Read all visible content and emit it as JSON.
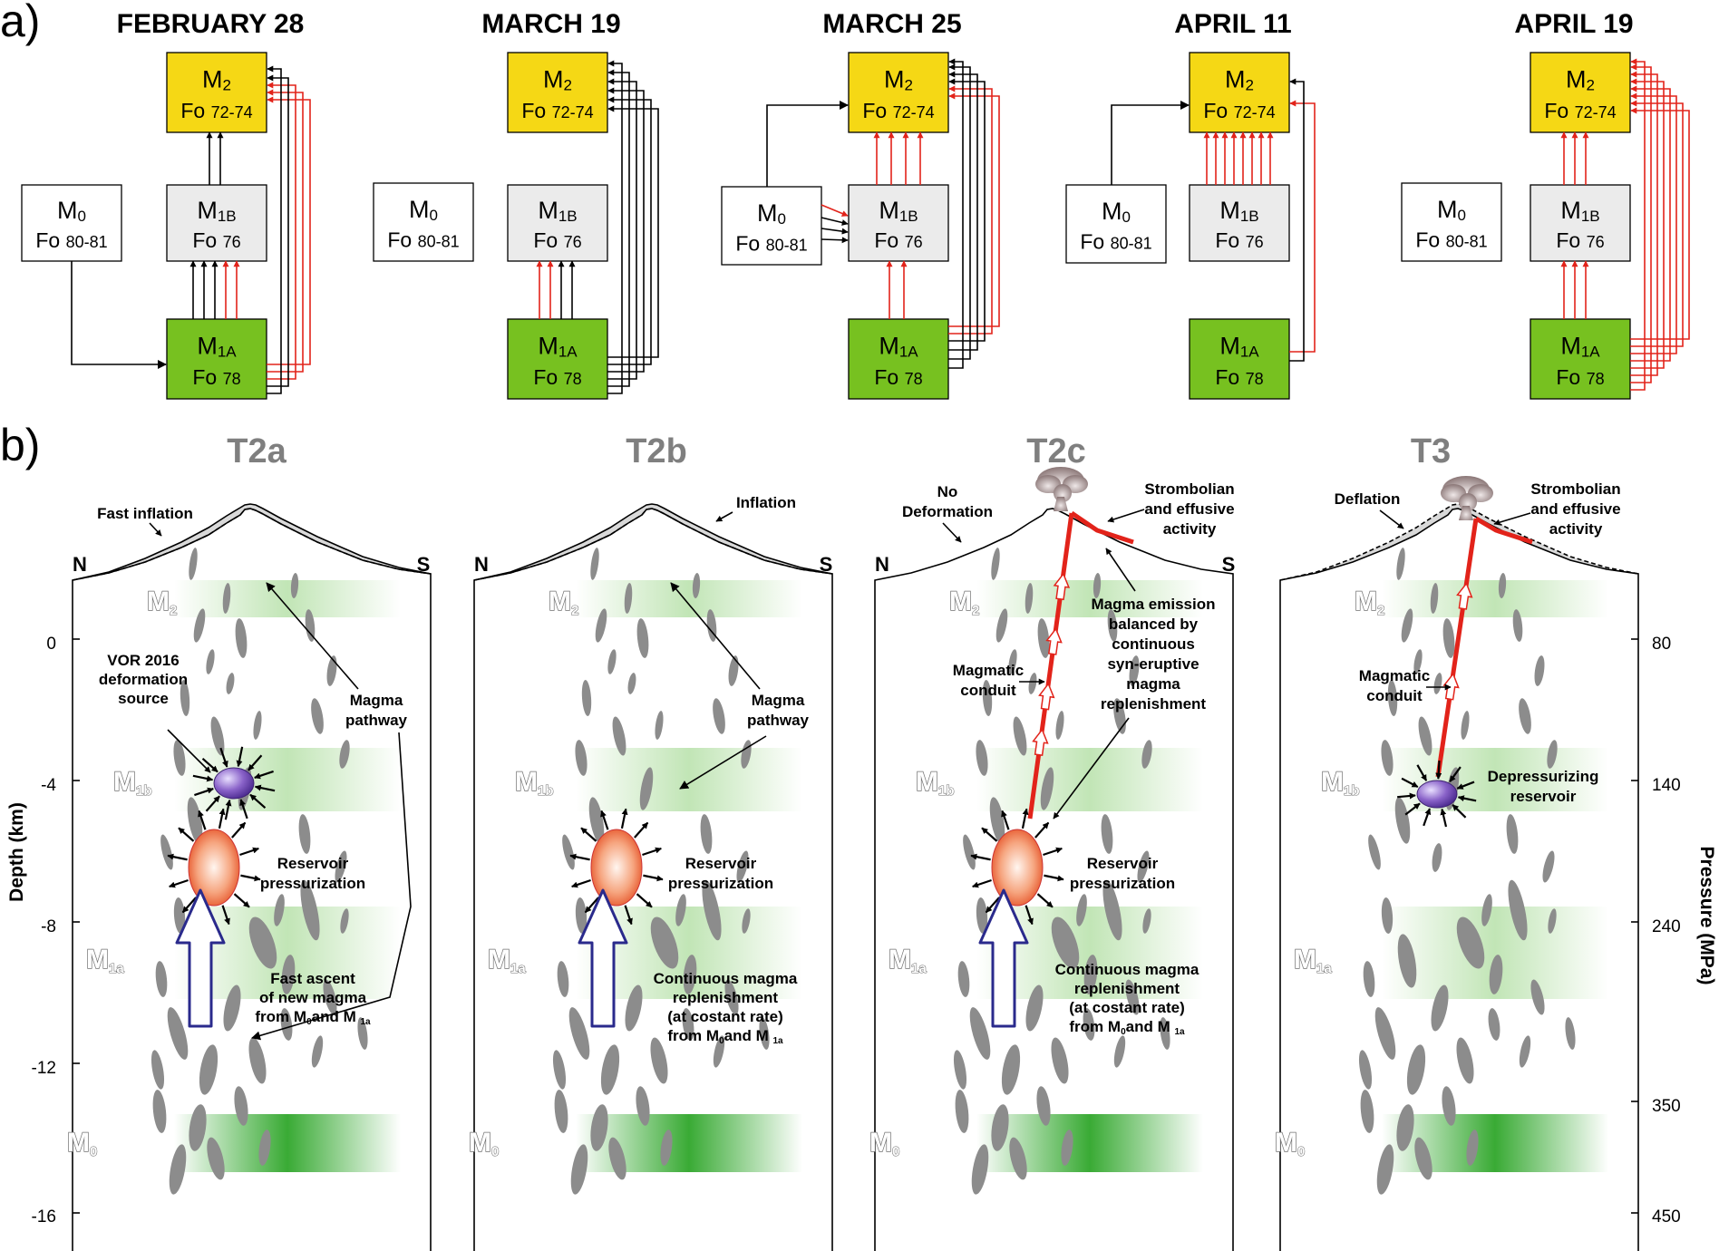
{
  "panel_a": {
    "label": "a)",
    "columns": [
      {
        "date": "FEBRUARY 28",
        "m0": "0",
        "fo80": "80-81",
        "m1b": "1B",
        "fo76": "76",
        "m1a": "1A",
        "fo78": "78",
        "m2": "2",
        "fo72": "72-74"
      },
      {
        "date": "MARCH 19",
        "m0": "0",
        "fo80": "80-81",
        "m1b": "1B",
        "fo76": "76",
        "m1a": "1A",
        "fo78": "78",
        "m2": "2",
        "fo72": "72-74"
      },
      {
        "date": "MARCH 25",
        "m0": "0",
        "fo80": "80-81",
        "m1b": "1B",
        "fo76": "76",
        "m1a": "1A",
        "fo78": "78",
        "m2": "2",
        "fo72": "72-74"
      },
      {
        "date": "APRIL 11",
        "m0": "0",
        "fo80": "80-81",
        "m1b": "1B",
        "fo76": "76",
        "m1a": "1A",
        "fo78": "78",
        "m2": "2",
        "fo72": "72-74"
      },
      {
        "date": "APRIL 19",
        "m0": "0",
        "fo80": "80-81",
        "m1b": "1B",
        "fo76": "76",
        "m1a": "1A",
        "fo78": "78",
        "m2": "2",
        "fo72": "72-74"
      }
    ],
    "box_prefix": "M",
    "fo_prefix": "Fo ",
    "colors": {
      "m2": "#f5d815",
      "m1b": "#ebebeb",
      "m1a": "#77c120",
      "m0": "#ffffff",
      "red_arrow": "#e2231a",
      "black_arrow": "#000000"
    }
  },
  "panel_b": {
    "label": "b)",
    "north": "N",
    "south": "S",
    "depth_axis": {
      "title": "Depth (km)",
      "ticks": [
        "0",
        "-4",
        "-8",
        "-12",
        "-16"
      ]
    },
    "pressure_axis": {
      "title": "Pressure (MPa)",
      "ticks": [
        "80",
        "140",
        "240",
        "350",
        "450"
      ]
    },
    "layers": {
      "m2": "M",
      "m2_sub": "2",
      "m1b": "M",
      "m1b_sub": "1b",
      "m1a": "M",
      "m1a_sub": "1a",
      "m0": "M",
      "m0_sub": "0"
    },
    "stages": [
      {
        "title": "T2a",
        "deform": "Fast inflation",
        "a1": "VOR 2016",
        "a2": "deformation",
        "a3": "source",
        "b1": "Magma",
        "b2": "pathway",
        "c1": "Reservoir",
        "c2": "pressurization",
        "d1": "Fast ascent",
        "d2": "of new magma",
        "d3": "from M",
        "d3_sub0": "0",
        "d3_mid": "and M ",
        "d3_sub1": "1a"
      },
      {
        "title": "T2b",
        "deform": "Inflation",
        "b1": "Magma",
        "b2": "pathway",
        "c1": "Reservoir",
        "c2": "pressurization",
        "d1": "Continuous magma",
        "d2": "replenishment",
        "d3": "(at costant rate)",
        "d4": "from M",
        "d4_sub0": "0",
        "d4_mid": "and M ",
        "d4_sub1": "1a"
      },
      {
        "title": "T2c",
        "deform1": "No",
        "deform2": "Deformation",
        "act1": "Strombolian",
        "act2": "and effusive",
        "act3": "activity",
        "e1": "Magma emission",
        "e2": "balanced by",
        "e3": "continuous",
        "e4": "syn-eruptive",
        "e5": "magma",
        "e6": "replenishment",
        "f1": "Magmatic",
        "f2": "conduit",
        "c1": "Reservoir",
        "c2": "pressurization",
        "d1": "Continuous magma",
        "d2": "replenishment",
        "d3": "(at costant rate)",
        "d4": "from M",
        "d4_sub0": "0",
        "d4_mid": "and M ",
        "d4_sub1": "1a"
      },
      {
        "title": "T3",
        "deform": "Deflation",
        "act1": "Strombolian",
        "act2": "and effusive",
        "act3": "activity",
        "f1": "Magmatic",
        "f2": "conduit",
        "g1": "Depressurizing",
        "g2": "reservoir"
      }
    ],
    "colors": {
      "blob": "#8c8c8c",
      "conduit": "#e2231a",
      "inflation_fill": "#d9d9d9",
      "green_band": "#8fd07a",
      "reservoir_m1b": "#8a63c9",
      "reservoir_m1a": "#ef6a3b"
    }
  }
}
